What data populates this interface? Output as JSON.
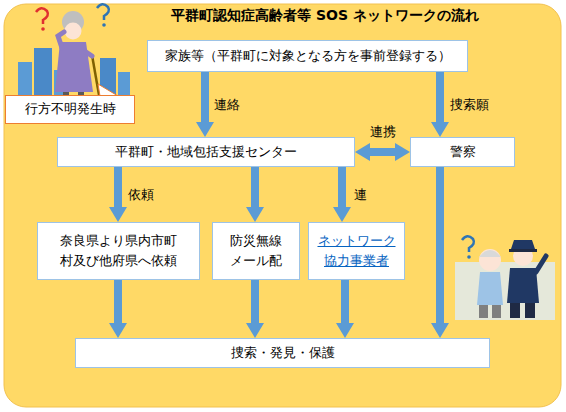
{
  "diagram": {
    "title": "平群町認知症高齢者等 SOS ネットワークの流れ",
    "nodes": [
      {
        "text": [
          "家族等（平群町に対象となる方を事前登録する）"
        ]
      },
      {
        "text": [
          "行方不明発生時"
        ]
      },
      {
        "text": [
          "平群町・地域包括支援センター"
        ]
      },
      {
        "text": [
          "警察"
        ]
      },
      {
        "text": [
          "奈良県より県内市町村及び他府県へ依頼"
        ]
      },
      {
        "text": [
          "防災無線メール配"
        ]
      },
      {
        "text": [
          "ネットワーク協力事業者"
        ]
      },
      {
        "text": [
          "捜索・発見・保護"
        ]
      }
    ],
    "edges": [
      {
        "from": 0,
        "to": 2,
        "label": "連絡",
        "arrow": "to"
      },
      {
        "from": 0,
        "to": 3,
        "label": "捜索願",
        "arrow": "to"
      },
      {
        "from": 2,
        "to": 3,
        "label": "連携",
        "arrow": "both"
      },
      {
        "from": 2,
        "to": 4,
        "label": "依頼",
        "arrow": "to"
      },
      {
        "from": 2,
        "to": 5,
        "arrow": "to"
      },
      {
        "from": 2,
        "to": 6,
        "label": "連",
        "arrow": "to"
      },
      {
        "from": 4,
        "to": 7,
        "arrow": "to"
      },
      {
        "from": 5,
        "to": 7,
        "arrow": "to"
      },
      {
        "from": 6,
        "to": 7,
        "arrow": "to"
      },
      {
        "from": 3,
        "to": 7,
        "arrow": "to"
      }
    ]
  }
}
